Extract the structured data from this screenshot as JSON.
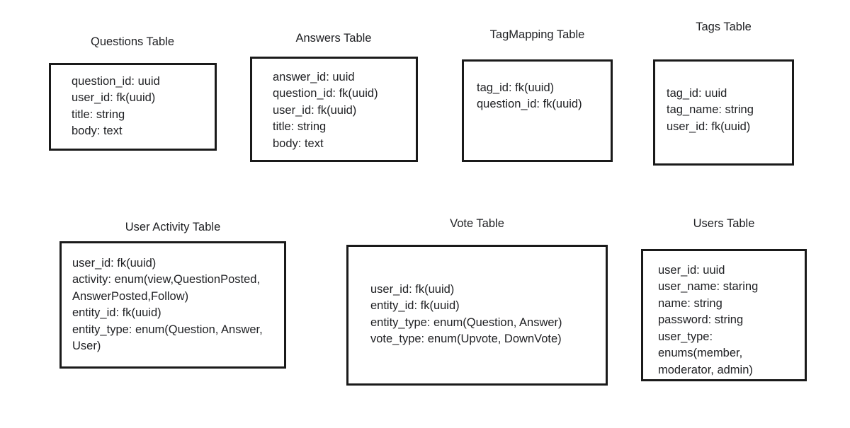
{
  "diagram": {
    "type": "entity-relationship-schema",
    "background_color": "#ffffff",
    "border_color": "#1a1a1a",
    "text_color": "#202124",
    "entities": [
      {
        "id": "questions",
        "title": "Questions Table",
        "fields": [
          "question_id: uuid",
          "user_id: fk(uuid)",
          "title: string",
          "body: text"
        ]
      },
      {
        "id": "answers",
        "title": "Answers Table",
        "fields": [
          "answer_id: uuid",
          "question_id: fk(uuid)",
          "user_id: fk(uuid)",
          "title: string",
          "body: text"
        ]
      },
      {
        "id": "tagmapping",
        "title": "TagMapping Table",
        "fields": [
          "tag_id: fk(uuid)",
          "question_id: fk(uuid)"
        ]
      },
      {
        "id": "tags",
        "title": "Tags Table",
        "fields": [
          "tag_id: uuid",
          "tag_name: string",
          "user_id: fk(uuid)"
        ]
      },
      {
        "id": "user_activity",
        "title": "User Activity Table",
        "fields": [
          "user_id: fk(uuid)",
          "activity: enum(view,QuestionPosted, AnswerPosted,Follow)",
          "entity_id: fk(uuid)",
          "entity_type: enum(Question, Answer, User)"
        ]
      },
      {
        "id": "vote",
        "title": "Vote Table",
        "fields": [
          "user_id: fk(uuid)",
          "entity_id: fk(uuid)",
          "entity_type: enum(Question, Answer)",
          "vote_type: enum(Upvote, DownVote)"
        ]
      },
      {
        "id": "users",
        "title": "Users Table",
        "fields": [
          "user_id: uuid",
          "user_name: staring",
          "name: string",
          "password: string",
          "user_type: enums(member, moderator, admin)"
        ]
      }
    ]
  }
}
